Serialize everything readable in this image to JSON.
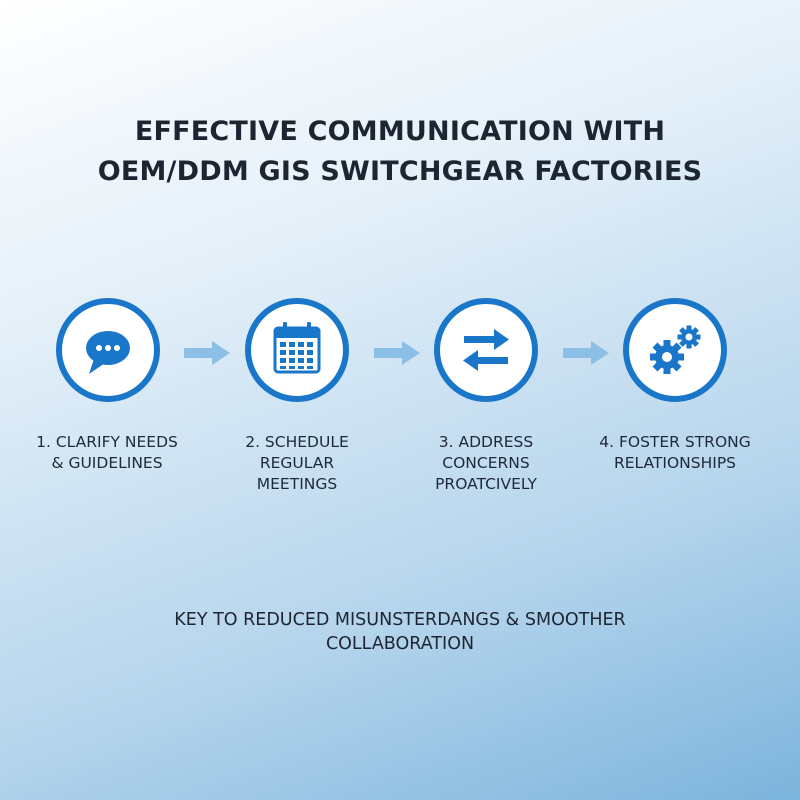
{
  "title": {
    "line1": "EFFECTIVE COMMUNICATION WITH",
    "line2": "OEM/DDM GIS SWITCHGEAR FACTORIES"
  },
  "colors": {
    "accent": "#1a76c8",
    "arrow": "#8cbfe6",
    "text": "#1e2532"
  },
  "steps": [
    {
      "icon": "chat-bubble-icon",
      "line1": "1. CLARIFY NEEDS",
      "line2": "& GUIDELINES",
      "line3": ""
    },
    {
      "icon": "calendar-icon",
      "line1": "2. SCHEDULE",
      "line2": "REGULAR",
      "line3": "MEETINGS"
    },
    {
      "icon": "exchange-arrows-icon",
      "line1": "3. ADDRESS",
      "line2": "CONCERNS",
      "line3": "PROATCIVELY"
    },
    {
      "icon": "gears-icon",
      "line1": "4. FOSTER STRONG",
      "line2": "RELATIONSHIPS",
      "line3": ""
    }
  ],
  "footer": {
    "line1": "KEY TO REDUCED MISUNSTERDANGS & SMOOTHER",
    "line2": "COLLABORATION"
  }
}
